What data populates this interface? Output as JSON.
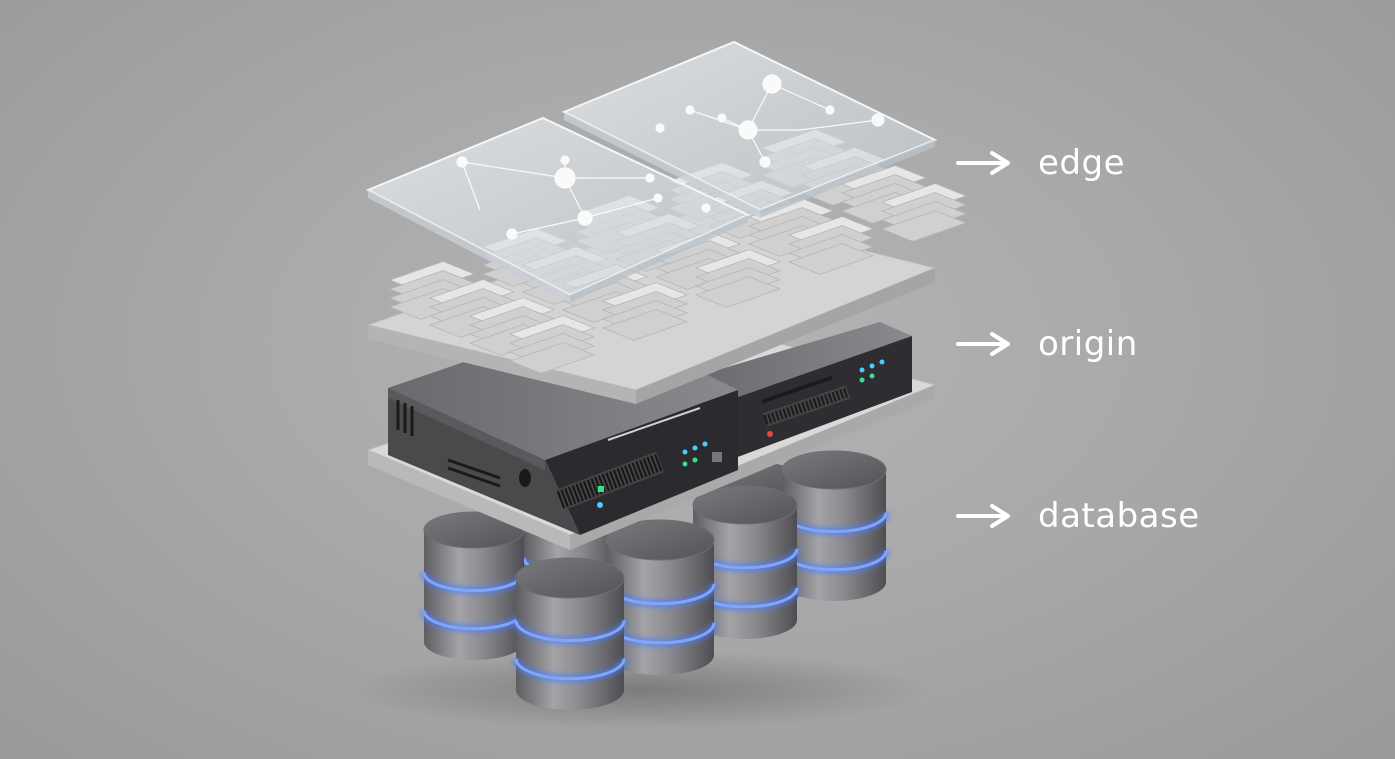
{
  "layers": [
    {
      "id": "edge",
      "label": "edge",
      "icon": "arrow-right-icon"
    },
    {
      "id": "origin",
      "label": "origin",
      "icon": "arrow-right-icon"
    },
    {
      "id": "database",
      "label": "database",
      "icon": "arrow-right-icon"
    }
  ],
  "colors": {
    "background": "#a9a9a9",
    "label_text": "#ffffff",
    "glass": "#dfe5ea",
    "tray": "#d6d6d6",
    "server_body": "#2d2d30",
    "cylinder": "#8c8c90",
    "cylinder_glow": "#4a7dff"
  }
}
